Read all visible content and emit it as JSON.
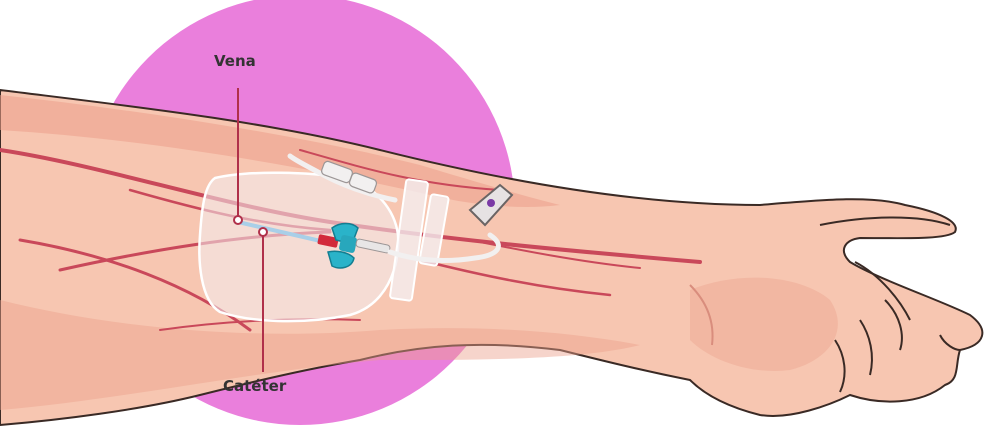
{
  "labels": {
    "vein": "Vena",
    "catheter": "Catéter"
  },
  "colors": {
    "background": "#ffffff",
    "circle": "#ea7fdc",
    "skin": "#f7c6b1",
    "skin_shadow": "#ec9f8b",
    "skin_outline": "#3a2a25",
    "vein": "#c9485a",
    "dressing": "#f4eef0",
    "catheter_hub": "#2ab3c9",
    "tubing": "#f2f0f0"
  },
  "icons": [
    "arm-illustration",
    "iv-catheter-illustration",
    "callout-line"
  ]
}
